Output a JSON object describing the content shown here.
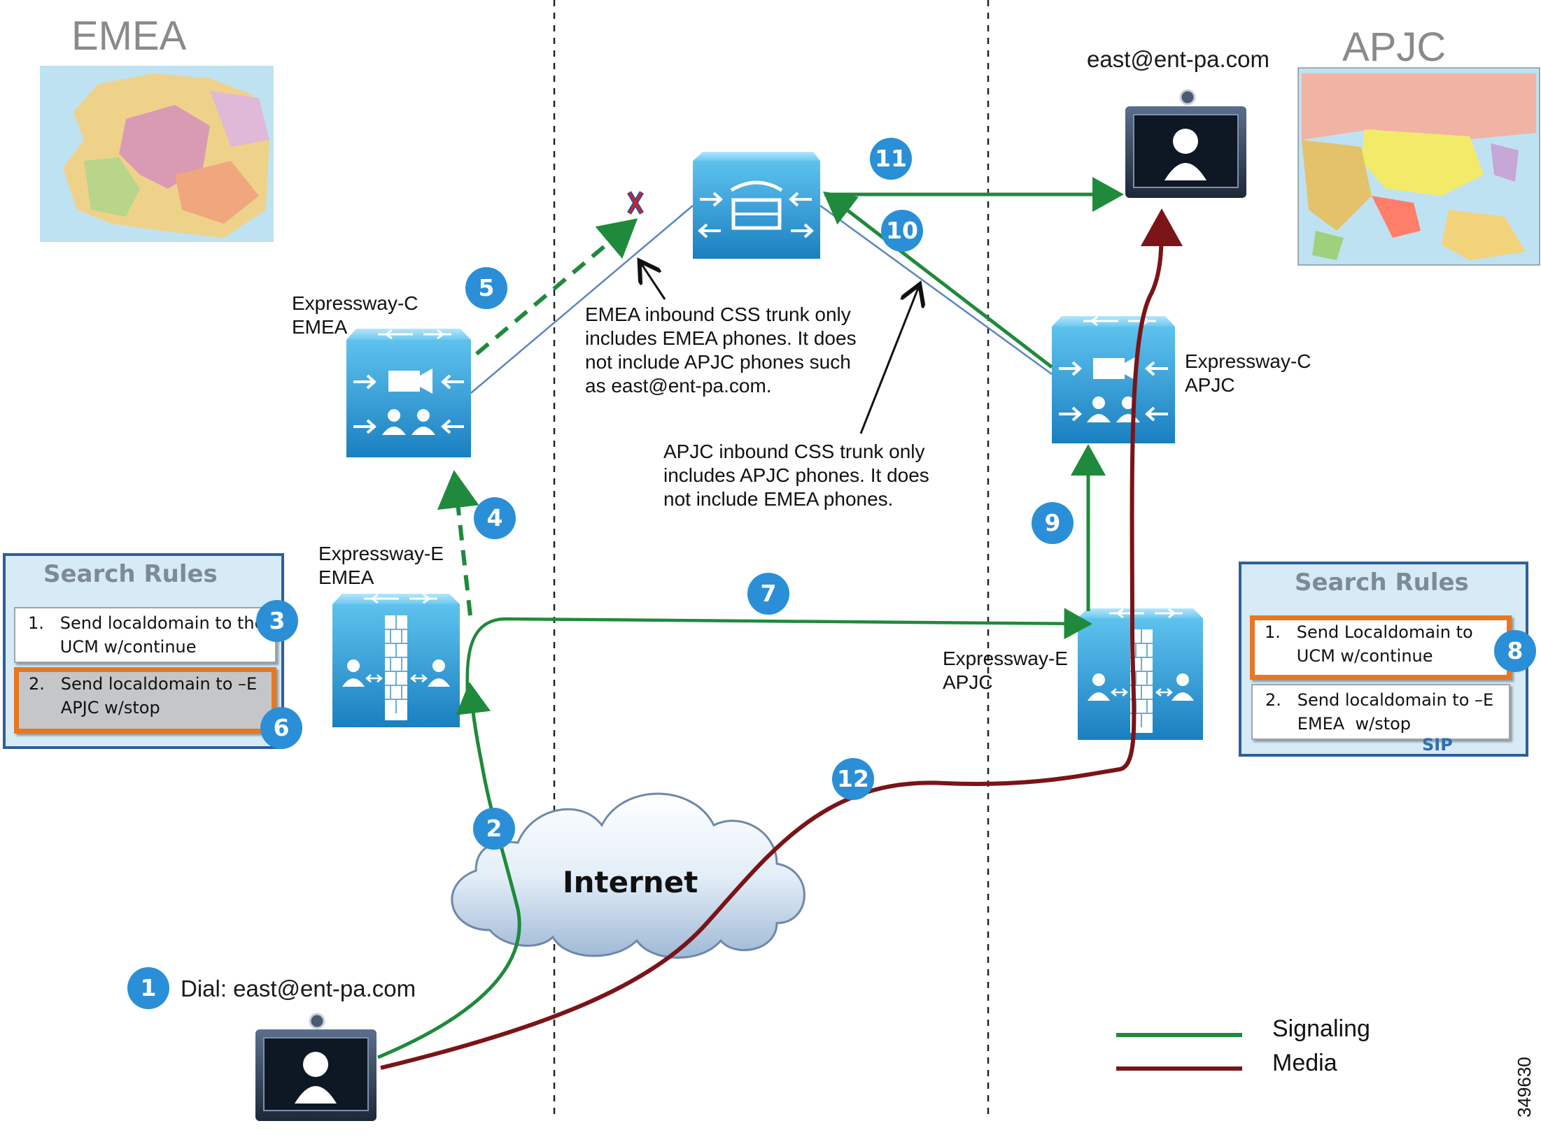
{
  "regions": {
    "left": "EMEA",
    "right": "APJC"
  },
  "devices": {
    "expc_emea": "Expressway-C\nEMEA",
    "expe_emea": "Expressway-E\nEMEA",
    "expc_apjc": "Expressway-C\nAPJC",
    "expe_apjc": "Expressway-E\nAPJC"
  },
  "endpoint_label": "east@ent-pa.com",
  "dial_label": "Dial: east@ent-pa.com",
  "notes": {
    "emea": "EMEA inbound CSS trunk only\nincludes EMEA phones. It does\nnot include APJC phones such\nas east@ent-pa.com.",
    "apjc": "APJC inbound CSS trunk only\nincludes APJC phones. It does\nnot include EMEA phones."
  },
  "search_rules_left": {
    "title": "Search Rules",
    "rule1": "1.   Send localdomain to the\n      UCM w/continue",
    "rule2": "2.   Send localdomain to –E\n      APJC w/stop"
  },
  "search_rules_right": {
    "title": "Search Rules",
    "rule1": "1.   Send Localdomain to\n      UCM w/continue",
    "rule2": "2.   Send localdomain to –E\n      EMEA  w/stop",
    "footer": "SIP"
  },
  "internet_label": "Internet",
  "steps": [
    "1",
    "2",
    "3",
    "4",
    "5",
    "6",
    "7",
    "8",
    "9",
    "10",
    "11",
    "12"
  ],
  "legend": {
    "signaling": {
      "label": "Signaling",
      "color": "#1f8a3b"
    },
    "media": {
      "label": "Media",
      "color": "#7a1418"
    }
  },
  "figure_id": "349630",
  "icons": {
    "call_manager": "ucm-router-icon",
    "expressway_c": "expressway-c-icon",
    "expressway_e": "expressway-e-firewall-icon",
    "video_endpoint": "video-endpoint-icon",
    "cloud": "internet-cloud-icon",
    "blocked": "blocked-x-icon",
    "map_emea": "europe-map-icon",
    "map_apjc": "asia-map-icon"
  }
}
